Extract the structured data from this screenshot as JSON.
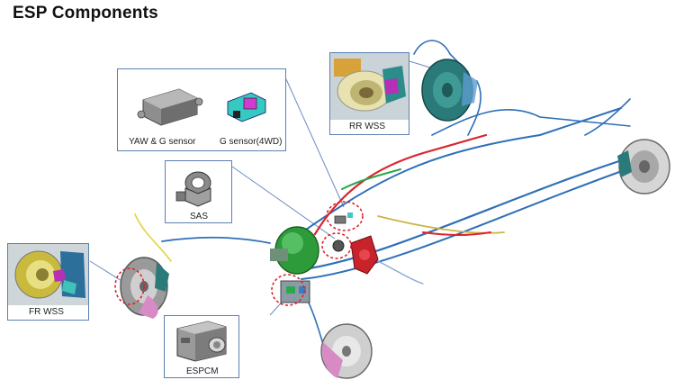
{
  "title": "ESP Components",
  "callouts": {
    "yaw_g": {
      "label_yaw": "YAW & G sensor",
      "label_g": "G sensor(4WD)"
    },
    "rr_wss": {
      "label": "RR WSS"
    },
    "sas": {
      "label": "SAS"
    },
    "fr_wss": {
      "label": "FR WSS"
    },
    "espcm": {
      "label": "ESPCM"
    }
  },
  "colors": {
    "callout_border": "#5b7fb0",
    "marker_ring": "#d9242b",
    "brake_line_blue": "#2f6fb8",
    "brake_line_red": "#d9242b",
    "brake_line_green": "#2aa84a",
    "booster_green": "#2e9b3a",
    "rotor_teal": "#2a7a7a",
    "caliper_pink": "#d88ac4"
  }
}
